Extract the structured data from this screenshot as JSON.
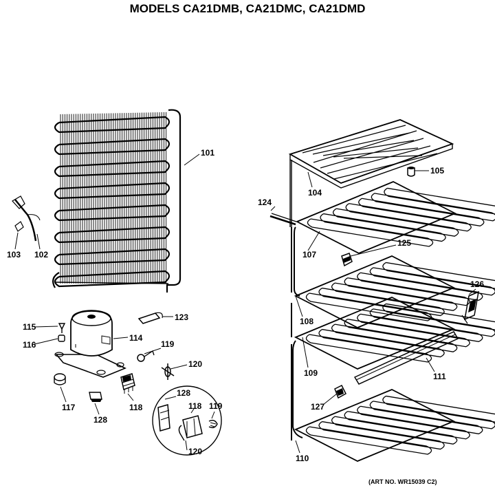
{
  "title": "MODELS CA21DMB, CA21DMC, CA21DMD",
  "art_number": "(ART NO. WR15039 C2)",
  "labels": {
    "l101": "101",
    "l102": "102",
    "l103": "103",
    "l104": "104",
    "l105": "105",
    "l107": "107",
    "l108": "108",
    "l109": "109",
    "l110": "110",
    "l111": "111",
    "l114": "114",
    "l115": "115",
    "l116": "116",
    "l117": "117",
    "l118": "118",
    "l118d": "118",
    "l119": "119",
    "l119d": "119",
    "l120": "120",
    "l120d": "120",
    "l123": "123",
    "l124": "124",
    "l125": "125",
    "l126": "126",
    "l127": "127",
    "l128": "128",
    "l128d": "128"
  }
}
